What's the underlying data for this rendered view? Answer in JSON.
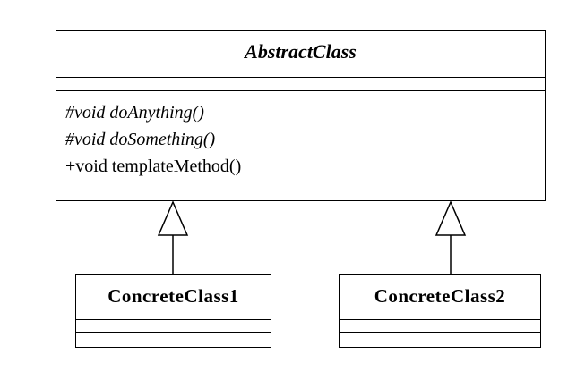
{
  "abstract_class": {
    "name": "AbstractClass",
    "methods": [
      "#void doAnything()",
      "#void doSomething()",
      "+void templateMethod()"
    ]
  },
  "subclasses": [
    {
      "name": "ConcreteClass1"
    },
    {
      "name": "ConcreteClass2"
    }
  ]
}
